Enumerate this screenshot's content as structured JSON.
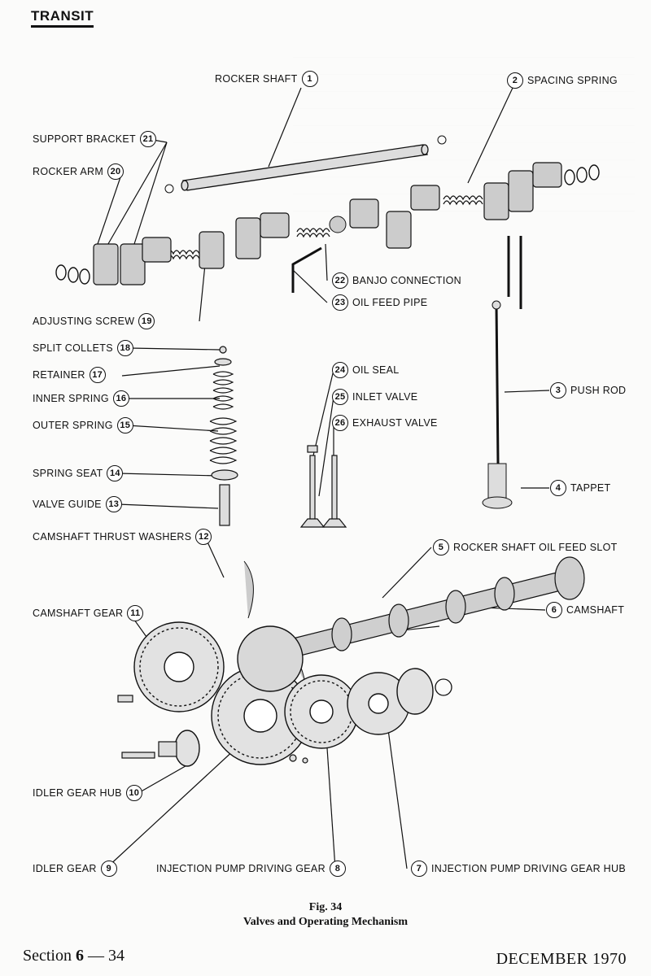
{
  "header": {
    "title": "TRANSIT"
  },
  "labels": {
    "rocker_shaft": {
      "num": "1",
      "text": "ROCKER SHAFT"
    },
    "spacing_spring": {
      "num": "2",
      "text": "SPACING SPRING"
    },
    "push_rod": {
      "num": "3",
      "text": "PUSH ROD"
    },
    "tappet": {
      "num": "4",
      "text": "TAPPET"
    },
    "rocker_shaft_oil_feed_slot": {
      "num": "5",
      "text": "ROCKER SHAFT OIL FEED SLOT"
    },
    "camshaft": {
      "num": "6",
      "text": "CAMSHAFT"
    },
    "injection_pump_driving_gear_hub": {
      "num": "7",
      "text": "INJECTION PUMP DRIVING GEAR HUB"
    },
    "injection_pump_driving_gear": {
      "num": "8",
      "text": "INJECTION PUMP DRIVING GEAR"
    },
    "idler_gear": {
      "num": "9",
      "text": "IDLER GEAR"
    },
    "idler_gear_hub": {
      "num": "10",
      "text": "IDLER GEAR HUB"
    },
    "camshaft_gear": {
      "num": "11",
      "text": "CAMSHAFT GEAR"
    },
    "camshaft_thrust_washers": {
      "num": "12",
      "text": "CAMSHAFT THRUST WASHERS"
    },
    "valve_guide": {
      "num": "13",
      "text": "VALVE GUIDE"
    },
    "spring_seat": {
      "num": "14",
      "text": "SPRING SEAT"
    },
    "outer_spring": {
      "num": "15",
      "text": "OUTER SPRING"
    },
    "inner_spring": {
      "num": "16",
      "text": "INNER SPRING"
    },
    "retainer": {
      "num": "17",
      "text": "RETAINER"
    },
    "split_collets": {
      "num": "18",
      "text": "SPLIT COLLETS"
    },
    "adjusting_screw": {
      "num": "19",
      "text": "ADJUSTING SCREW"
    },
    "rocker_arm": {
      "num": "20",
      "text": "ROCKER ARM"
    },
    "support_bracket": {
      "num": "21",
      "text": "SUPPORT BRACKET"
    },
    "banjo_connection": {
      "num": "22",
      "text": "BANJO CONNECTION"
    },
    "oil_feed_pipe": {
      "num": "23",
      "text": "OIL FEED PIPE"
    },
    "oil_seal": {
      "num": "24",
      "text": "OIL SEAL"
    },
    "inlet_valve": {
      "num": "25",
      "text": "INLET VALVE"
    },
    "exhaust_valve": {
      "num": "26",
      "text": "EXHAUST VALVE"
    }
  },
  "caption": {
    "fig": "Fig. 34",
    "title": "Valves and Operating Mechanism"
  },
  "footer": {
    "section_prefix": "Section ",
    "section_num": "6",
    "section_suffix": " — 34",
    "date": "DECEMBER 1970"
  }
}
